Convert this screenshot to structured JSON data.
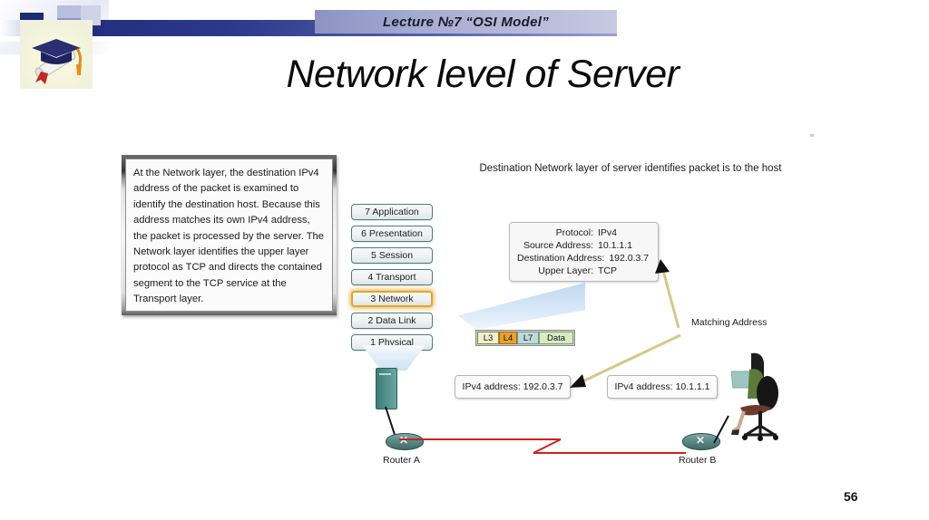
{
  "header": {
    "lecture_ribbon": "Lecture  №7 “OSI Model”",
    "diploma_icon": "graduation-cap-diploma-icon"
  },
  "title": "Network level of Server",
  "text_panel": {
    "body": "At the Network layer, the destination IPv4 address of the packet is examined to identify the destination host. Because this address matches its own IPv4 address, the packet is processed by the server. The Network layer identifies the upper layer protocol as TCP and directs the contained segment to the TCP service at the Transport layer."
  },
  "osi_stack": {
    "layers": [
      {
        "label": "7 Application",
        "highlighted": false
      },
      {
        "label": "6 Presentation",
        "highlighted": false
      },
      {
        "label": "5 Session",
        "highlighted": false
      },
      {
        "label": "4 Transport",
        "highlighted": false
      },
      {
        "label": "3 Network",
        "highlighted": true
      },
      {
        "label": "2 Data Link",
        "highlighted": false
      },
      {
        "label": "1 Physical",
        "highlighted": false
      }
    ],
    "highlight_color": "#e0a62c"
  },
  "diagram": {
    "caption": "Destination Network layer of server identifies packet is to the host",
    "protocol_box": {
      "rows": [
        {
          "key": "Protocol:",
          "value": "IPv4"
        },
        {
          "key": "Source Address:",
          "value": "10.1.1.1"
        },
        {
          "key": "Destination Address:",
          "value": "192.0.3.7"
        },
        {
          "key": "Upper Layer:",
          "value": "TCP"
        }
      ]
    },
    "packet": {
      "segments": [
        {
          "label": "L3",
          "color": "#f2efd0"
        },
        {
          "label": "L4",
          "color": "#e8a12d"
        },
        {
          "label": "L7",
          "color": "#bfdad9"
        },
        {
          "label": "Data",
          "color": "#d8ecc4"
        }
      ]
    },
    "address_boxes": [
      {
        "label": "IPv4 address: 192.0.3.7"
      },
      {
        "label": "IPv4 address: 10.1.1.1"
      }
    ],
    "matching_address_label": "Matching Address",
    "routers": [
      {
        "label": "Router A"
      },
      {
        "label": "Router B"
      }
    ],
    "server_icon": "server-tower-icon",
    "person_icon": "person-at-desk-icon",
    "link_color": "#cc2222",
    "arrow_color": "#d8c68a"
  },
  "slide_number": "56"
}
